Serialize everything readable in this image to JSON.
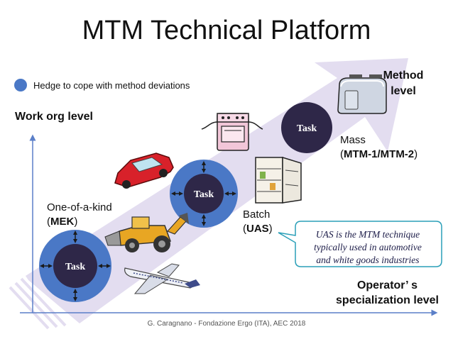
{
  "title": "MTM Technical Platform",
  "legend": {
    "text": "Hedge to cope with method deviations",
    "color": "#4a78c6"
  },
  "axes": {
    "y_label": "Work org level",
    "x_label_line1": "Operator’ s",
    "x_label_line2": "specialization level"
  },
  "method_level": {
    "line1": "Method",
    "line2": "level"
  },
  "stages": [
    {
      "name": "One-of-a-kind",
      "code": "MEK",
      "task": "Task"
    },
    {
      "name": "Batch",
      "code": "UAS",
      "task": "Task"
    },
    {
      "name": "Mass",
      "code": "MTM-1/MTM-2",
      "task": "Task"
    }
  ],
  "callout": {
    "line1": "UAS is the MTM technique",
    "line2": "typically used in automotive",
    "line3": "and white goods industries"
  },
  "footer": "G. Caragnano - Fondazione Ergo (ITA), AEC 2018",
  "colors": {
    "arrow": "#e3ddf0",
    "ring": "#4a78c6",
    "core": "#2e2748",
    "callout_border": "#2a9fb8",
    "axis": "#5b7fc8"
  },
  "icons": [
    "car-icon",
    "toaster-icon",
    "stove-icon",
    "fridge-icon",
    "backhoe-loader-icon",
    "airplane-icon"
  ]
}
